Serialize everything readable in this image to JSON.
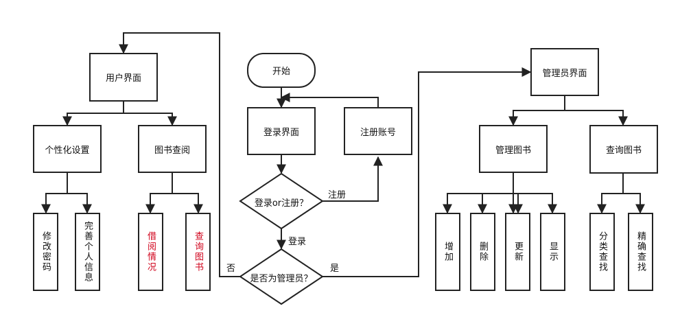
{
  "start": "开始",
  "login_page": "登录界面",
  "register_account": "注册账号",
  "login_or_register": "登录or注册？",
  "is_admin": "是否为管理员？",
  "edge_labels": {
    "register": "注册",
    "login": "登录",
    "no": "否",
    "yes": "是"
  },
  "user": {
    "title": "用户界面",
    "personal_settings": "个性化设置",
    "book_query": "图书查阅",
    "change_password": "修改密码",
    "complete_info": "完善个人信息",
    "borrow_status": "借阅情况",
    "query_books": "查询图书"
  },
  "admin": {
    "title": "管理员界面",
    "manage_books": "管理图书",
    "query_books": "查询图书",
    "add": "增加",
    "delete": "删除",
    "update": "更新",
    "show": "显示",
    "category_search": "分类查找",
    "exact_search": "精确查找"
  },
  "colors": {
    "line": "#222222",
    "highlight_text": "#d0021b"
  }
}
